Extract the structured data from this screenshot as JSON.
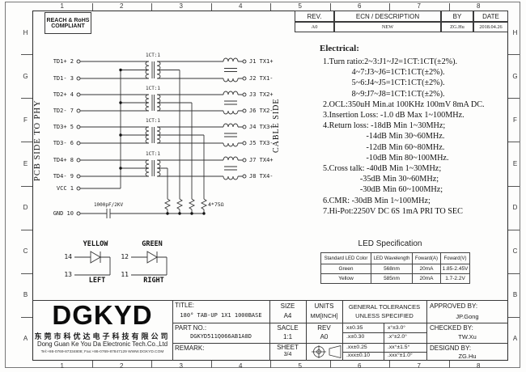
{
  "frame": {
    "columns": [
      "1",
      "2",
      "3",
      "4",
      "5",
      "6",
      "7",
      "8"
    ],
    "rows": [
      "H",
      "G",
      "F",
      "E",
      "D",
      "C",
      "B",
      "A"
    ]
  },
  "compliance": {
    "lines": [
      "REACH & RoHS",
      "COMPLIANT"
    ]
  },
  "rev_table": {
    "col_headers": [
      "REV.",
      "ECN / DESCRIPTION",
      "BY",
      "DATE"
    ],
    "row": {
      "rev": "A0",
      "description": "NEW",
      "by": "ZG.Hu",
      "date": "2018.04.26"
    }
  },
  "schematic": {
    "left_label": "PCB SIDE TO PHY",
    "right_label": "CABLE SIDE",
    "xfmr_ratio": "1CT:1",
    "pins": [
      "TD1+ 2",
      "TD1- 3",
      "TD2+ 4",
      "TD2- 7",
      "TD3+ 5",
      "TD3- 6",
      "TD4+ 8",
      "TD4- 9",
      "VCC  1",
      "GND 10"
    ],
    "outputs": [
      "J1 TX1+",
      "J2 TX1-",
      "J3 TX2+",
      "J6 TX2-",
      "J4 TX3+",
      "J5 TX3-",
      "J7 TX4+",
      "J8 TX4-"
    ],
    "capacitor": "1000pF/2KV",
    "resistors": "4*75Ω"
  },
  "leds": [
    {
      "color": "YELLOW",
      "top_pin": "14",
      "bottom_pin": "13",
      "position": "LEFT"
    },
    {
      "color": "GREEN",
      "top_pin": "12",
      "bottom_pin": "11",
      "position": "RIGHT"
    }
  ],
  "electrical": {
    "heading": "Electrical:",
    "lines": [
      "1.Turn ratio:2~3:J1~J2=1CT:1CT(±2%).",
      "              4~7:J3~J6=1CT:1CT(±2%).",
      "              5~6:J4~J5=1CT:1CT(±2%).",
      "              8~9:J7~J8=1CT:1CT(±2%).",
      "2.OCL:350uH Min.at 100KHz 100mV 8mA DC.",
      "3.Insertion Loss: -1.0 dB Max 1~100MHz.",
      "4.Return loss: -18dB Min 1~30MHz;",
      "                     -14dB Min 30~60MHz.",
      "                     -12dB Min 60~80MHz.",
      "                     -10dB Min 80~100MHz.",
      "5.Cross talk: -40dB Min 1~30MHz;",
      "                  -35dB Min 30~60MHz;",
      "                  -30dB Min 60~100MHz;",
      "6.CMR: -30dB Min 1~100MHz;",
      "7.Hi-Pot:2250V DC 6S 1mA PRI TO SEC"
    ]
  },
  "led_spec": {
    "title": "LED Specification",
    "headers": [
      "Standard LED Color",
      "LED Wavelength",
      "Foward(A)",
      "Foward(V)"
    ],
    "rows": [
      [
        "Green",
        "568nm",
        "20mA",
        "1.85-2.45V"
      ],
      [
        "Yellow",
        "585nm",
        "20mA",
        "1.7-2.2V"
      ]
    ]
  },
  "title_block": {
    "logo": "DGKYD",
    "company_cn": "东莞市科优达电子科技有限公司",
    "company_en": "Dong Guan Ke You Da Electronic Tech.Co.,Ltd",
    "contact": "Tel:+86-0769-87334808; Fax:+86-0769-87847129  WWW.DGKYD.COM",
    "title_label": "TITLE:",
    "title_value": "180° TAB-UP 1X1 1000BASE",
    "part_label": "PART NO.:",
    "part_value": "DGKYD511Q066AB1A8D",
    "remark_label": "REMARK:",
    "size_label": "SIZE",
    "size_value": "A4",
    "units_label": "UNITS",
    "units_value": "MM[INCH]",
    "scale_label": "SACLE",
    "scale_value": "1:1",
    "rev_label": "REV",
    "rev_value": "A0",
    "sheet_label": "SHEET",
    "sheet_value": "3/4",
    "tol_header_1": "GENERAL TOLERANCES",
    "tol_header_2": "UNLESS SPECIFIED",
    "tolerances": [
      [
        "x±0.35",
        "x°±3.0°"
      ],
      [
        ".x±0.30",
        ".x°±2.0°"
      ],
      [
        ".xx±0.25",
        ".xx°±1.5°"
      ],
      [
        ".xxx±0.10",
        ".xxx°±1.0°"
      ]
    ],
    "approved_label": "APPROVED BY:",
    "approved_value": "JP.Gong",
    "checked_label": "CHECKED BY:",
    "checked_value": "TW.Xu",
    "designed_label": "DESIGND BY:",
    "designed_value": "ZG.Hu"
  }
}
